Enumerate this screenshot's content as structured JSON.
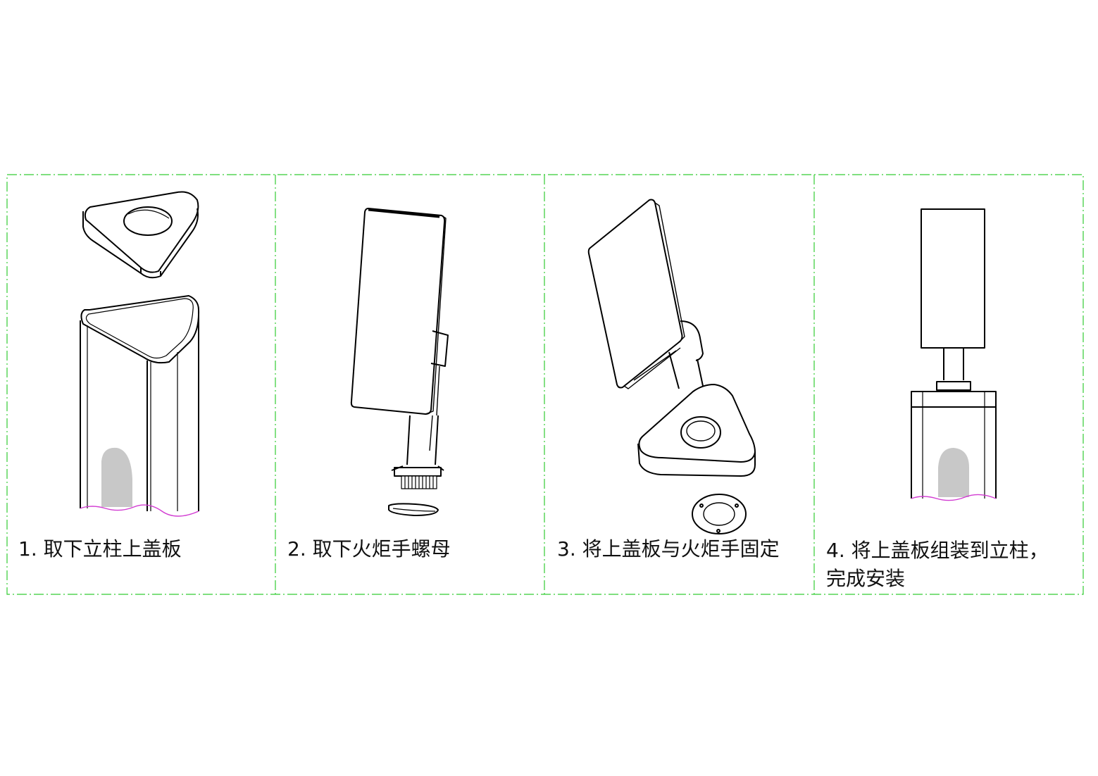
{
  "steps": [
    {
      "number": "1.",
      "caption": "1. 取下立柱上盖板"
    },
    {
      "number": "2.",
      "caption": "2. 取下火炬手螺母"
    },
    {
      "number": "3.",
      "caption": "3. 将上盖板与火炬手固定"
    },
    {
      "number": "4.",
      "caption": "4. 将上盖板组装到立柱，\n完成安装"
    }
  ],
  "colors": {
    "panel_border": "#33cc33",
    "line": "#000000",
    "cutout_fill": "#c8c8c8",
    "break_line": "#d23cd2"
  }
}
